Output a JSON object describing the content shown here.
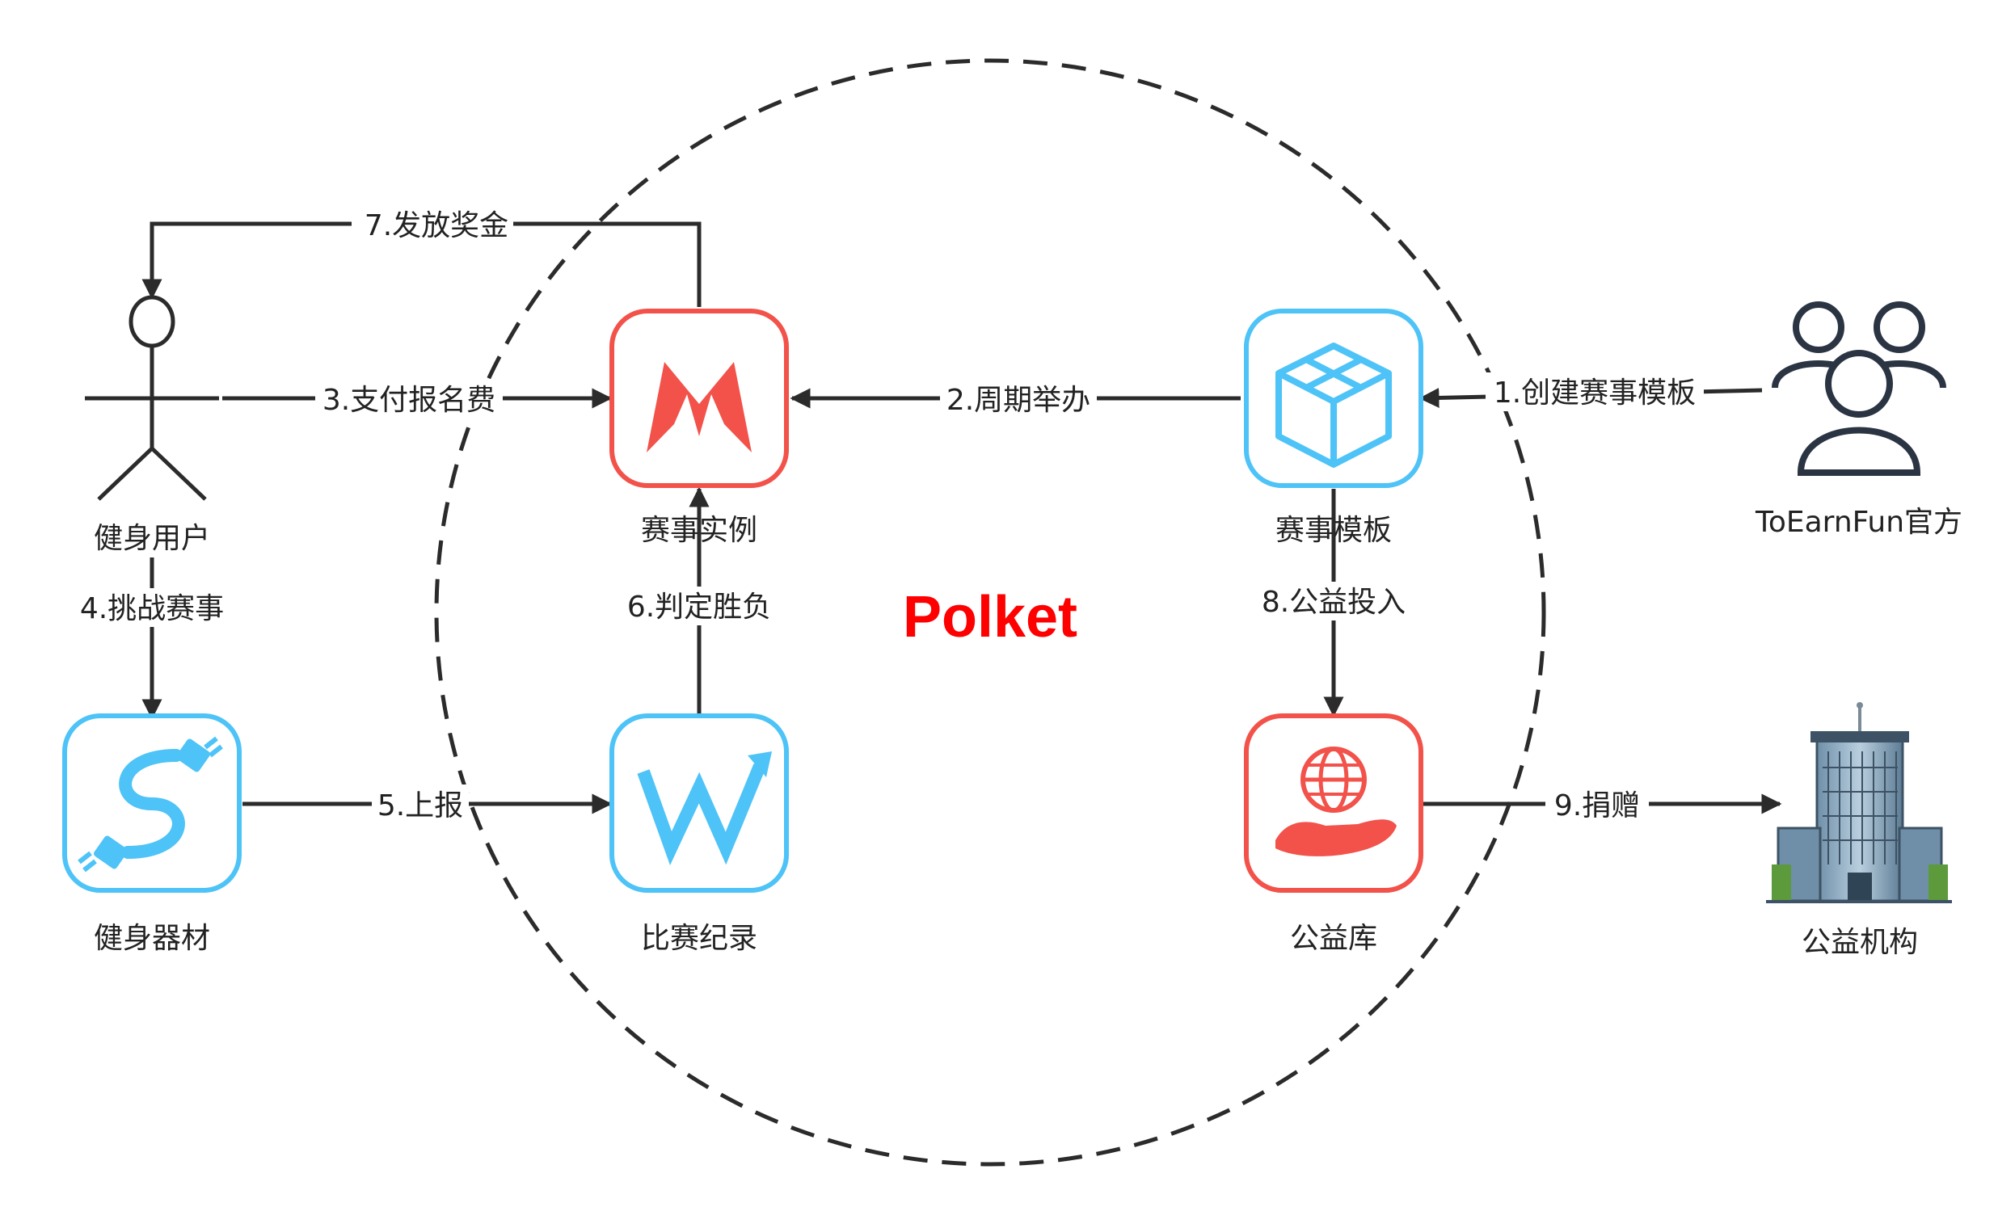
{
  "diagram": {
    "center_title": "Polket",
    "center_title_color": "#ff0000",
    "boundary_style": "dashed-circle",
    "accent_blue": "#4ec3f7",
    "accent_red": "#f2524a",
    "nodes": {
      "fitness_user": {
        "label": "健身用户",
        "icon": "stick-figure-actor-icon"
      },
      "fitness_equipment": {
        "label": "健身器材",
        "icon": "cable-connector-icon"
      },
      "match_instance": {
        "label": "赛事实例",
        "icon": "m-logo-icon"
      },
      "match_record": {
        "label": "比赛纪录",
        "icon": "w-trend-arrow-icon"
      },
      "match_template": {
        "label": "赛事模板",
        "icon": "cube-icon"
      },
      "charity_pool": {
        "label": "公益库",
        "icon": "globe-in-hand-icon"
      },
      "official": {
        "label": "ToEarnFun官方",
        "icon": "user-group-icon"
      },
      "charity_org": {
        "label": "公益机构",
        "icon": "office-building-icon"
      }
    },
    "edges": {
      "e1": "1.创建赛事模板",
      "e2": "2.周期举办",
      "e3": "3.支付报名费",
      "e4": "4.挑战赛事",
      "e5": "5.上报",
      "e6": "6.判定胜负",
      "e7": "7.发放奖金",
      "e8": "8.公益投入",
      "e9": "9.捐赠"
    }
  }
}
